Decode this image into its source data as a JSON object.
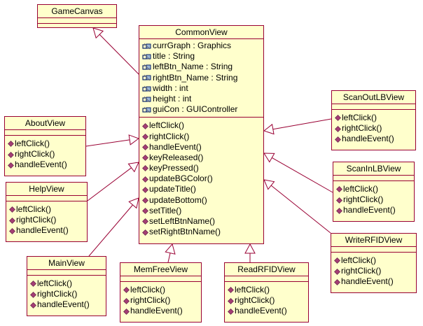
{
  "diagram": {
    "colors": {
      "class_fill": "#ffffcc",
      "class_border": "#990033",
      "arrow": "#990033",
      "attribute_icon": "#0a246a",
      "operation_icon": "#a43e74"
    },
    "classes": {
      "game_canvas": {
        "name": "GameCanvas",
        "attributes": [],
        "operations": []
      },
      "common_view": {
        "name": "CommonView",
        "attributes": [
          "currGraph : Graphics",
          "title : String",
          "leftBtn_Name : String",
          "rightBtn_Name : String",
          "width : int",
          "height : int",
          "guiCon : GUIController"
        ],
        "operations": [
          "leftClick()",
          "rightClick()",
          "handleEvent()",
          "keyReleased()",
          "keyPressed()",
          "updateBGColor()",
          "updateTitle()",
          "updateBottom()",
          "setTitle()",
          "setLeftBtnName()",
          "setRightBtnName()"
        ]
      },
      "about_view": {
        "name": "AboutView",
        "attributes": [],
        "operations": [
          "leftClick()",
          "rightClick()",
          "handleEvent()"
        ]
      },
      "help_view": {
        "name": "HelpView",
        "attributes": [],
        "operations": [
          "leftClick()",
          "rightClick()",
          "handleEvent()"
        ]
      },
      "main_view": {
        "name": "MainView",
        "attributes": [],
        "operations": [
          "leftClick()",
          "rightClick()",
          "handleEvent()"
        ]
      },
      "mem_free_view": {
        "name": "MemFreeView",
        "attributes": [],
        "operations": [
          "leftClick()",
          "rightClick()",
          "handleEvent()"
        ]
      },
      "read_rfid_view": {
        "name": "ReadRFIDView",
        "attributes": [],
        "operations": [
          "leftClick()",
          "rightClick()",
          "handleEvent()"
        ]
      },
      "scan_out_lb_view": {
        "name": "ScanOutLBView",
        "attributes": [],
        "operations": [
          "leftClick()",
          "rightClick()",
          "handleEvent()"
        ]
      },
      "scan_in_lb_view": {
        "name": "ScanInLBView",
        "attributes": [],
        "operations": [
          "leftClick()",
          "rightClick()",
          "handleEvent()"
        ]
      },
      "write_rfid_view": {
        "name": "WriteRFIDView",
        "attributes": [],
        "operations": [
          "leftClick()",
          "rightClick()",
          "handleEvent()"
        ]
      }
    },
    "generalizations": [
      {
        "from": "common_view",
        "to": "game_canvas"
      },
      {
        "from": "about_view",
        "to": "common_view"
      },
      {
        "from": "help_view",
        "to": "common_view"
      },
      {
        "from": "main_view",
        "to": "common_view"
      },
      {
        "from": "mem_free_view",
        "to": "common_view"
      },
      {
        "from": "read_rfid_view",
        "to": "common_view"
      },
      {
        "from": "scan_out_lb_view",
        "to": "common_view"
      },
      {
        "from": "scan_in_lb_view",
        "to": "common_view"
      },
      {
        "from": "write_rfid_view",
        "to": "common_view"
      }
    ]
  }
}
